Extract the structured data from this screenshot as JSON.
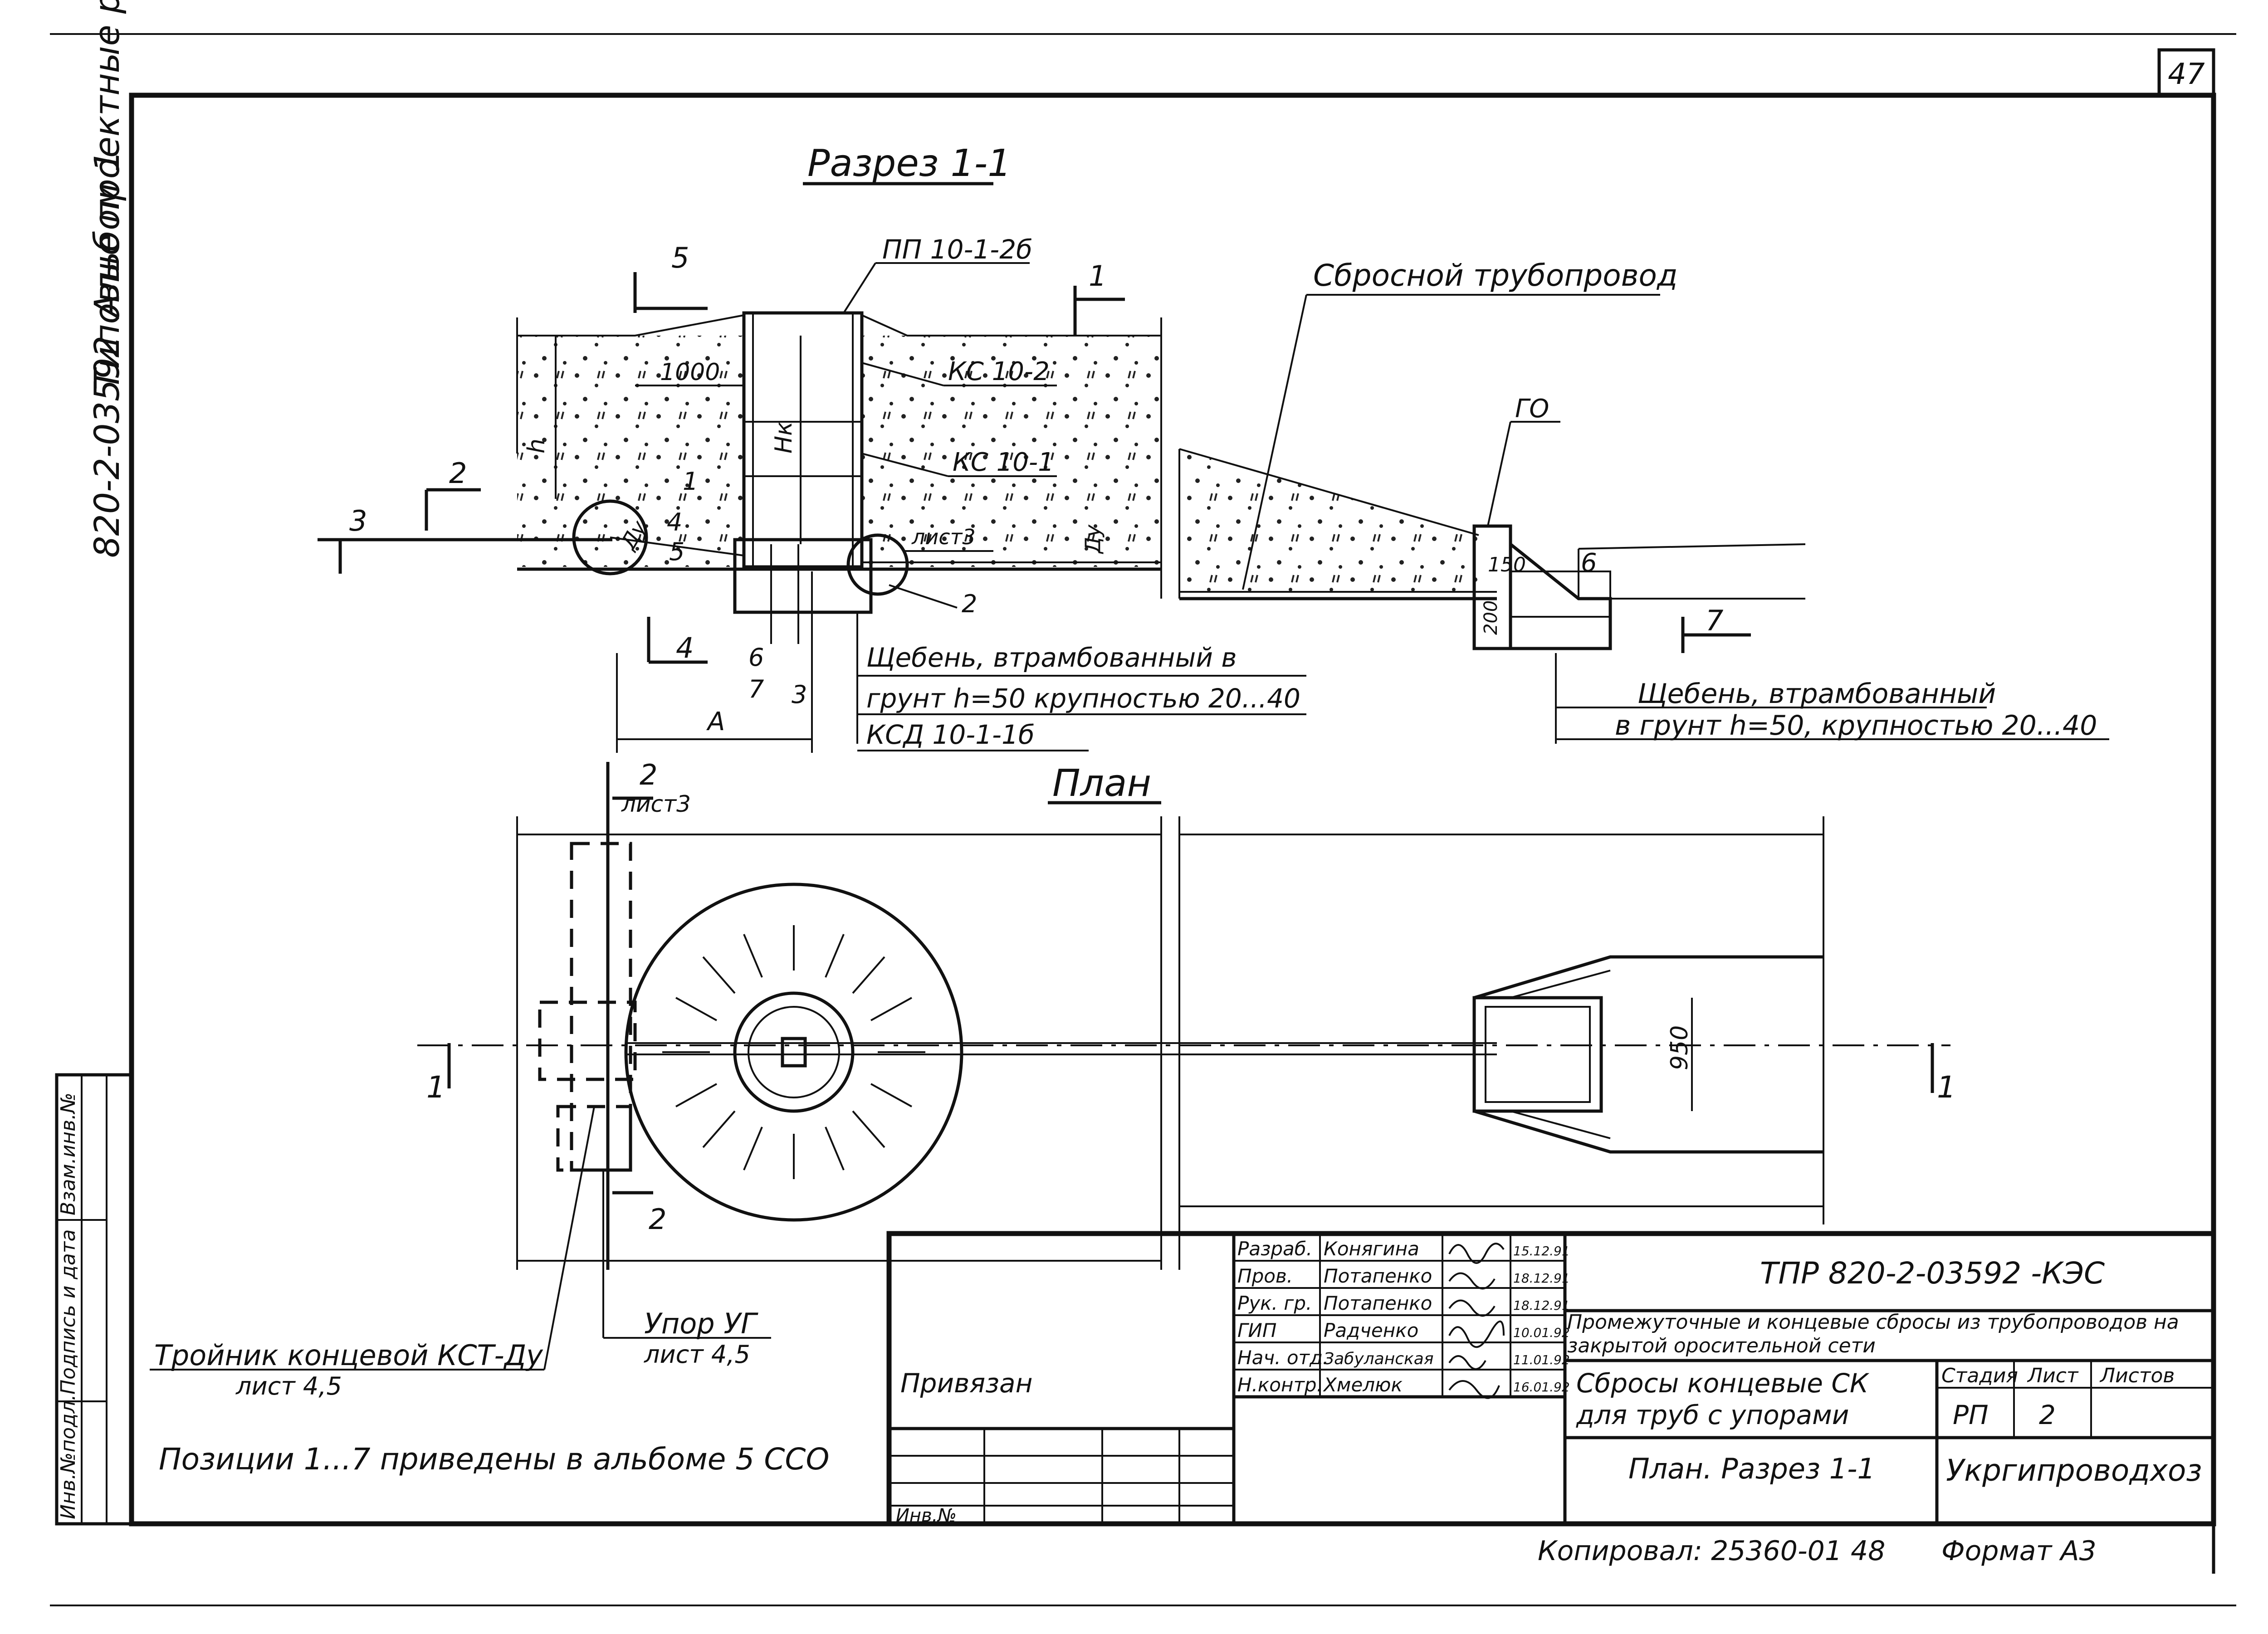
{
  "sheet": {
    "page_number": "47",
    "side_album": "Альбом 1",
    "side_code": "820-2-03592",
    "side_series": "Типовые проектные решения",
    "side_stamp": [
      "Инв.№подл.",
      "Подпись и дата",
      "Взам.инв.№"
    ]
  },
  "section": {
    "title": "Разрез 1-1",
    "labels": {
      "pp": "ПП 10-1-2б",
      "ks2": "КС 10-2",
      "ks1": "КС 10-1",
      "hk": "Нк",
      "h": "h",
      "d1000": "1000",
      "du_left": "Ду",
      "du_right": "Ду",
      "sheet3": "лист3",
      "pipeline": "Сбросной трубопровод",
      "go": "ГО",
      "d150": "150",
      "d200": "200",
      "dimA": "А",
      "gravel_1": "Щебень, втрамбованный в",
      "gravel_2": "грунт  h=50 крупностью 20...40",
      "ksd": "КСД 10-1-1б",
      "gravel_right_1": "Щебень, втрамбованный",
      "gravel_right_2": "в грунт  h=50, крупностью 20...40"
    },
    "cut_marks": [
      "5",
      "1",
      "2",
      "3",
      "4",
      "7"
    ],
    "positions": [
      "1",
      "4",
      "5",
      "6",
      "7",
      "3",
      "2",
      "6"
    ]
  },
  "plan": {
    "title": "План",
    "cut_2": "2",
    "sheet3": "лист3",
    "dim950": "950",
    "mark1": "1",
    "mark2": "2"
  },
  "notes": {
    "tee": "Тройник концевой КСТ-Ду",
    "tee_sheet": "лист 4,5",
    "stop": "Упор УГ",
    "stop_sheet": "лист 4,5",
    "positions": "Позиции 1...7 приведены в альбоме 5 ССО"
  },
  "titleblock": {
    "doc_code": "ТПР 820-2-03592 -КЭС",
    "project": "Промежуточные и концевые сбросы из трубопроводов на закрытой оросительной сети",
    "title_line1": "Сбросы концевые СК",
    "title_line2": "для труб с упорами",
    "drawing": "План. Разрез 1-1",
    "org": "Укргипроводхоз",
    "stage_h": "Стадия",
    "sheet_h": "Лист",
    "sheets_h": "Листов",
    "stage": "РП",
    "sheet": "2",
    "sheets": "",
    "privyazan": "Привязан",
    "inv": "Инв.№",
    "rows": [
      {
        "role": "Разраб.",
        "name": "Конягина",
        "date": "15.12.91"
      },
      {
        "role": "Пров.",
        "name": "Потапенко",
        "date": "18.12.91"
      },
      {
        "role": "Рук. гр.",
        "name": "Потапенко",
        "date": "18.12.91"
      },
      {
        "role": "ГИП",
        "name": "Радченко",
        "date": "10.01.92"
      },
      {
        "role": "Нач. отд.",
        "name": "Забуланская",
        "date": "11.01.92"
      },
      {
        "role": "Н.контр.",
        "name": "Хмелюк",
        "date": "16.01.92"
      }
    ],
    "copy": "Копировал: 25360-01  48",
    "format": "Формат А3"
  }
}
